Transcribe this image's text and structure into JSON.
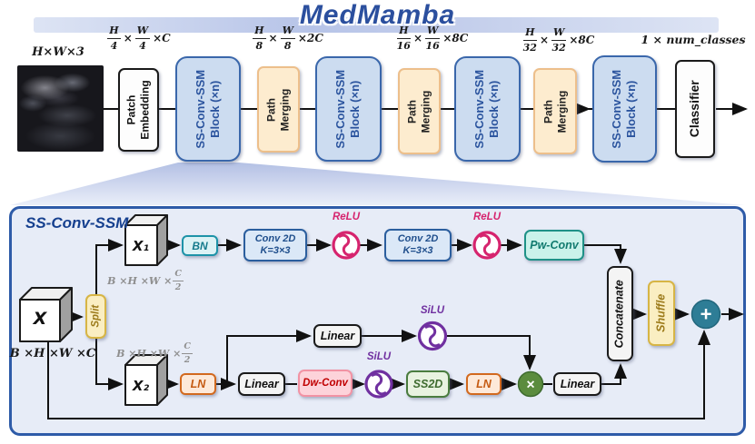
{
  "title": "MedMamba",
  "ops": {
    "times": "×"
  },
  "colors": {
    "title_blue": "#2b4f9e",
    "panel_border": "#2e5ba8",
    "block_fill": "#ccdcf0",
    "path_merging_fill": "#fdeccf",
    "relu_pink": "#d6246e",
    "silu_purple": "#7030a0",
    "bn_teal": "#1d93a8",
    "pwconv_teal": "#1e9187",
    "ln_orange": "#d2691e",
    "ss2d_green": "#4a7c3f",
    "multiply_green": "#5b8c3e",
    "add_teal": "#2e7d96",
    "shuffle_gold": "#d7b545",
    "dwconv_red": "#c00000",
    "conv_blue": "#2b5e9e"
  },
  "pipeline": {
    "input_label": "H×W×3",
    "patch_embedding": "Patch\nEmbedding",
    "block_label": "SS-Conv-SSM\nBlock (×n)",
    "path_merging": "Path\nMerging",
    "classifier": "Classifier",
    "out_label": "1 × num_classes",
    "dims": [
      {
        "hn": "H",
        "hd": "4",
        "wn": "W",
        "wd": "4",
        "c": "×C"
      },
      {
        "hn": "H",
        "hd": "8",
        "wn": "W",
        "wd": "8",
        "c": "×2C"
      },
      {
        "hn": "H",
        "hd": "16",
        "wn": "W",
        "wd": "16",
        "c": "×8C"
      },
      {
        "hn": "H",
        "hd": "32",
        "wn": "W",
        "wd": "32",
        "c": "×8C"
      }
    ]
  },
  "detail": {
    "panel_title": "SS-Conv-SSM",
    "x_label": "X",
    "x_dims": "B ×H ×W ×C",
    "x1_label": "X₁",
    "x2_label": "X₂",
    "half_dims": {
      "prefix": "B ×H ×W ×",
      "num": "C",
      "den": "2"
    },
    "split": "Split",
    "bn": "BN",
    "conv2d": "Conv 2D\nK=3×3",
    "relu": "ReLU",
    "pwconv": "Pw-Conv",
    "ln": "LN",
    "linear": "Linear",
    "dwconv": "Dw-Conv",
    "silu": "SiLU",
    "ss2d": "SS2D",
    "concatenate": "Concatenate",
    "shuffle": "Shuffle",
    "mult_op": "×",
    "add_op": "+"
  }
}
